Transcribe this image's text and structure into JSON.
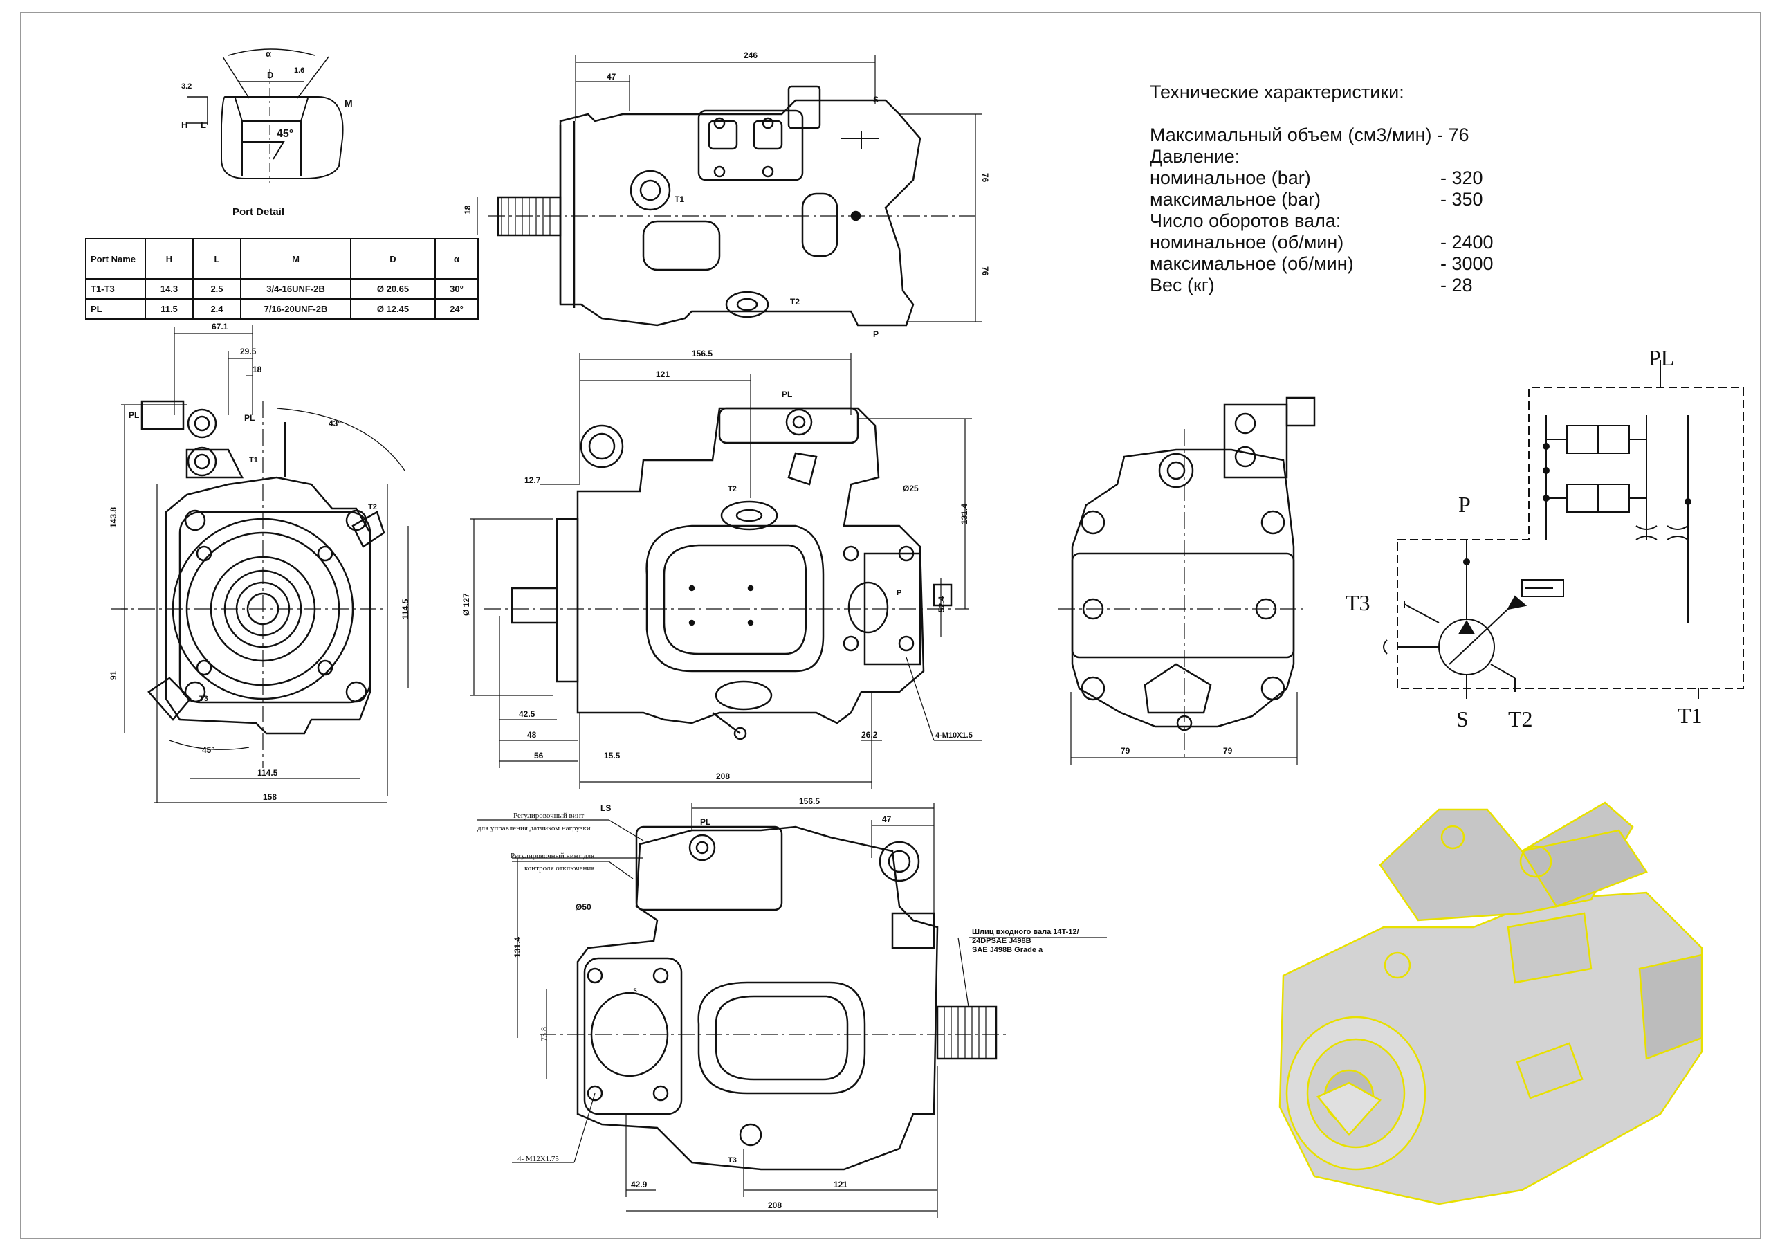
{
  "specs": {
    "title": "Технические характеристики:",
    "rows": [
      {
        "label": "Максимальный объем (см3/мин) - 76",
        "value": ""
      },
      {
        "label": "Давление:",
        "value": ""
      },
      {
        "label": "номинальное (bar)",
        "value": "- 320"
      },
      {
        "label": "максимальное (bar)",
        "value": "- 350"
      },
      {
        "label": "Число оборотов вала:",
        "value": ""
      },
      {
        "label": "номинальное (об/мин)",
        "value": "- 2400"
      },
      {
        "label": "максимальное (об/мин)",
        "value": "- 3000"
      },
      {
        "label": "Вес (кг)",
        "value": "- 28"
      }
    ]
  },
  "port_detail": {
    "title": "Port Detail",
    "labels": [
      "α",
      "D",
      "M",
      "H",
      "L",
      "3.2",
      "1.6",
      "45°"
    ],
    "table": {
      "headers": [
        "Port Name",
        "H",
        "L",
        "M",
        "D",
        "α"
      ],
      "rows": [
        [
          "T1-T3",
          "14.3",
          "2.5",
          "3/4-16UNF-2B",
          "Ø 20.65",
          "30°"
        ],
        [
          "PL",
          "11.5",
          "2.4",
          "7/16-20UNF-2B",
          "Ø 12.45",
          "24°"
        ]
      ]
    }
  },
  "top_view": {
    "dims": [
      "246",
      "47",
      "18",
      "76",
      "76"
    ],
    "ports": [
      "S",
      "T1",
      "T2",
      "P"
    ]
  },
  "front_view": {
    "dims": [
      "67.1",
      "29.5",
      "18",
      "43°",
      "143.8",
      "91",
      "114.5",
      "114.5",
      "158",
      "45°"
    ],
    "ports": [
      "PL",
      "PL",
      "T1",
      "T2",
      "T3"
    ]
  },
  "side_view": {
    "dims": [
      "156.5",
      "121",
      "12.7",
      "Ø25",
      "131.4",
      "Ø 127",
      "52.4",
      "42.5",
      "48",
      "56",
      "15.5",
      "26.2",
      "208",
      "4-M10X1.5"
    ],
    "ports": [
      "PL",
      "T2",
      "P"
    ]
  },
  "rear_view": {
    "dims": [
      "79",
      "79"
    ]
  },
  "bottom_view": {
    "dims": [
      "156.5",
      "47",
      "131.4",
      "Ø50",
      "73.8",
      "42.9",
      "121",
      "208",
      "4- M12X1.75"
    ],
    "ports": [
      "LS",
      "PL",
      "S",
      "T3"
    ],
    "notes": [
      "Регулировочный винт",
      "для управления датчиком нагрузки",
      "Регулировочный винт для",
      "контроля отключения",
      "Шлиц входного вала 14T-12/",
      "24DPSAE J498B",
      "SAE J498B Grade a"
    ]
  },
  "schematic": {
    "labels": [
      "PL",
      "P",
      "T3",
      "S",
      "T2",
      "T1"
    ]
  },
  "colors": {
    "line": "#111111",
    "highlight": "#e8e000",
    "render_body": "#c8c8c8"
  }
}
